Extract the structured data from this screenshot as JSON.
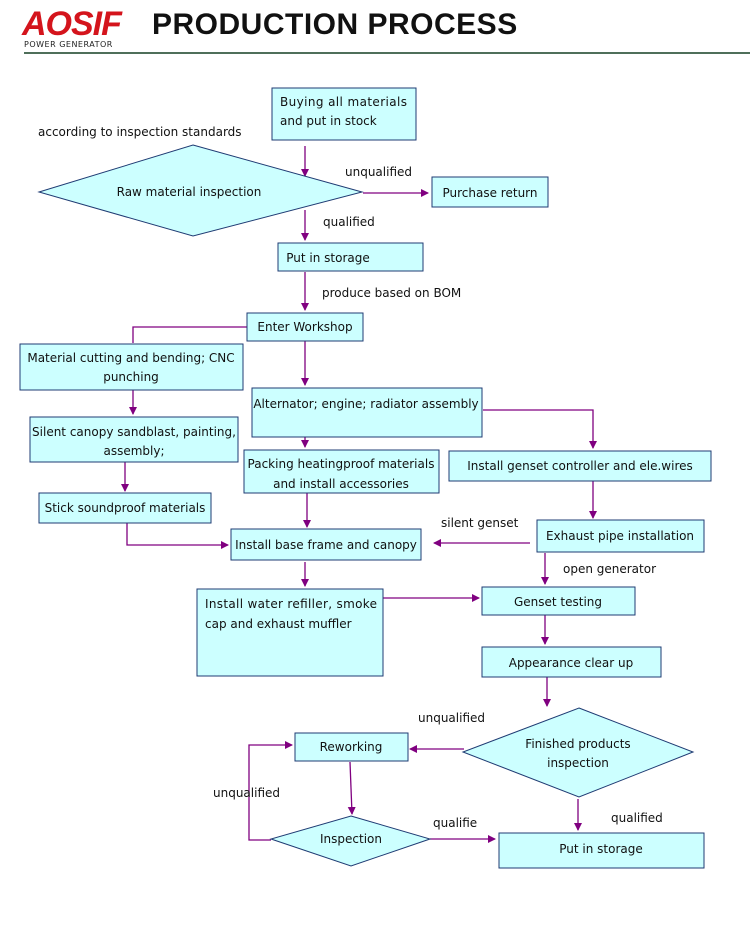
{
  "header": {
    "logo_text": "AOSIF",
    "logo_subtitle": "POWER GENERATOR",
    "title": "PRODUCTION PROCESS"
  },
  "colors": {
    "box_fill": "#ccffff",
    "box_stroke": "#1f3b73",
    "arrow": "#800080",
    "logo_red": "#d4141c"
  },
  "nodes": {
    "buy": [
      "Buying  all  materials",
      "and put in stock"
    ],
    "raw_inspection": [
      "Raw material inspection"
    ],
    "purchase_return": [
      "Purchase return"
    ],
    "put_storage_1": [
      "Put in storage"
    ],
    "enter_workshop": [
      "Enter Workshop"
    ],
    "cutting": [
      "Material cutting and bending; CNC",
      "punching"
    ],
    "alternator": [
      "Alternator; engine; radiator assembly"
    ],
    "silent_canopy": [
      "Silent canopy sandblast, painting,",
      "assembly;"
    ],
    "packing": [
      "Packing heatingproof materials",
      "and install accessories"
    ],
    "controller": [
      "Install genset controller and ele.wires"
    ],
    "soundproof": [
      "Stick soundproof materials"
    ],
    "base_frame": [
      "Install base frame and canopy"
    ],
    "exhaust": [
      "Exhaust pipe installation"
    ],
    "water": [
      "Install  water  refiller,  smoke",
      "cap and exhaust muffler"
    ],
    "genset_testing": [
      "Genset testing"
    ],
    "appearance": [
      "Appearance clear up"
    ],
    "finished": [
      "Finished products",
      "inspection"
    ],
    "reworking": [
      "Reworking"
    ],
    "inspection": [
      "Inspection"
    ],
    "put_storage_2": [
      "Put in storage"
    ]
  },
  "labels": {
    "according": "according to inspection standards",
    "unqualified_1": "unqualified",
    "qualified_1": "qualified",
    "produce_bom": "produce based on BOM",
    "silent_genset": "silent genset",
    "open_generator": "open generator",
    "unqualified_2": "unqualified",
    "unqualified_3": "unqualified",
    "qualifie": "qualifie",
    "qualified_2": "qualified"
  }
}
